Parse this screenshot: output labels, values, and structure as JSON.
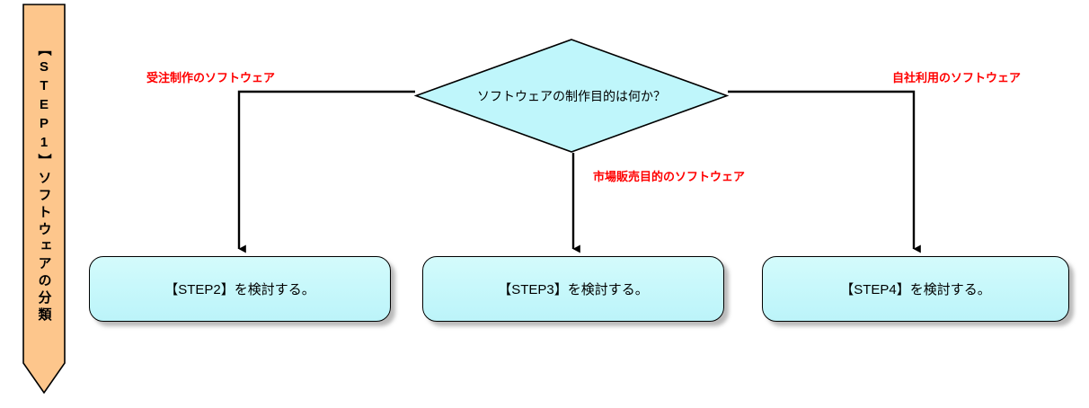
{
  "diagram": {
    "type": "flowchart",
    "title_banner": {
      "text": "【STEP1】ソフトウェアの分類",
      "fill_color": "#fdc68c",
      "stroke_color": "#000000"
    },
    "decision": {
      "text": "ソフトウェアの制作目的は何か？",
      "fill_color": "#bff6fb",
      "stroke_color": "#000000"
    },
    "edges": [
      {
        "name": "branch-left",
        "label": "受注制作のソフトウェア",
        "label_color": "#ff0000",
        "target": "step2"
      },
      {
        "name": "branch-center",
        "label": "市場販売目的のソフトウェア",
        "label_color": "#ff0000",
        "target": "step3"
      },
      {
        "name": "branch-right",
        "label": "自社利用のソフトウェア",
        "label_color": "#ff0000",
        "target": "step4"
      }
    ],
    "boxes": [
      {
        "id": "step2",
        "text": "【STEP2】を検討する。",
        "fill_color": "#c8f8fb"
      },
      {
        "id": "step3",
        "text": "【STEP3】を検討する。",
        "fill_color": "#c8f8fb"
      },
      {
        "id": "step4",
        "text": "【STEP4】を検討する。",
        "fill_color": "#c8f8fb"
      }
    ]
  }
}
